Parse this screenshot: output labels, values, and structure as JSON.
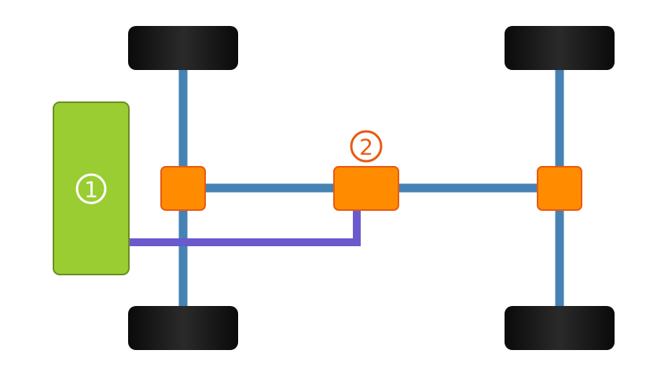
{
  "colors": {
    "background": "#ffffff",
    "shaft": "#4682b4",
    "tire": "#0a0a0a",
    "tire_highlight": "#2a2a2a",
    "differential_fill": "#ff8c00",
    "differential_stroke": "#e85a12",
    "engine_fill": "#9acd32",
    "engine_stroke": "#6b8e23",
    "control_link": "#6a5acd",
    "label_1": "#ffffff",
    "label_1_ring": "#ffffff",
    "label_2": "#e85a12"
  },
  "labels": {
    "engine": "1",
    "center_unit": "2"
  },
  "icons": {
    "engine": "engine-block",
    "differential": "differential-box",
    "wheel": "tire"
  }
}
